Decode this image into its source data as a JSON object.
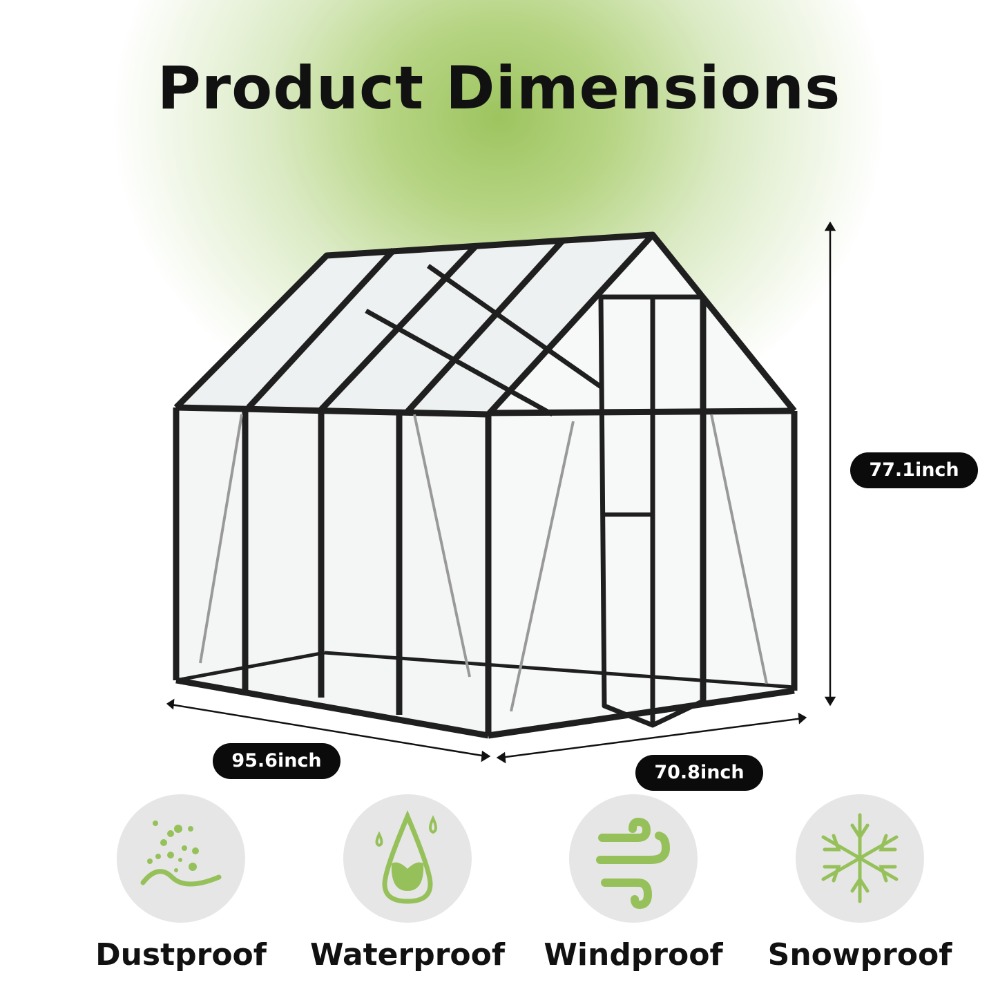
{
  "title": "Product Dimensions",
  "dimensions": {
    "height": "77.1inch",
    "length": "95.6inch",
    "width": "70.8inch"
  },
  "features": [
    {
      "label": "Dustproof",
      "icon": "dust-icon"
    },
    {
      "label": "Waterproof",
      "icon": "water-drop-icon"
    },
    {
      "label": "Windproof",
      "icon": "wind-icon"
    },
    {
      "label": "Snowproof",
      "icon": "snowflake-icon"
    }
  ],
  "colors": {
    "accent": "#96c15a",
    "frame": "#1c1c1c",
    "circle": "#e6e6e6"
  }
}
